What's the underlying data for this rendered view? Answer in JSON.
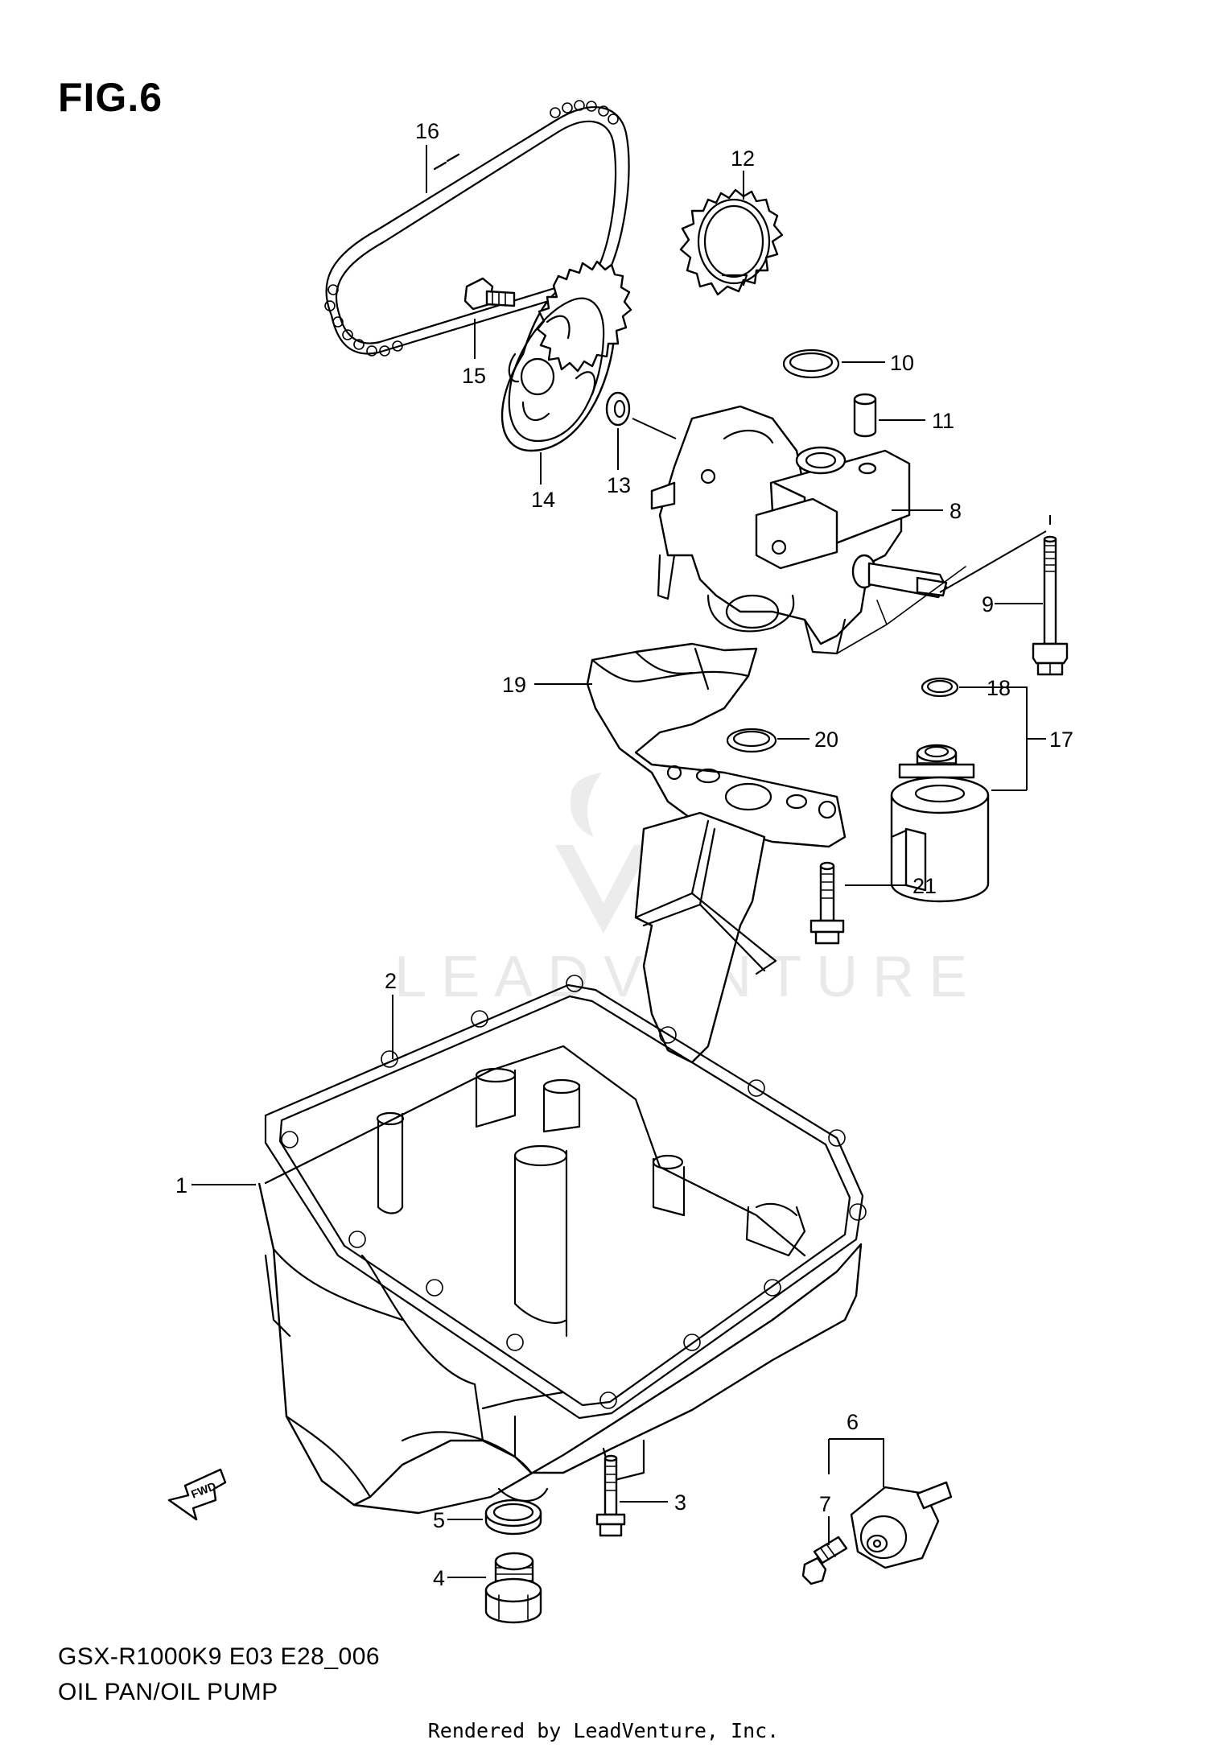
{
  "figure": {
    "title": "FIG.6",
    "model_code": "GSX-R1000K9 E03 E28_006",
    "caption": "OIL PAN/OIL PUMP",
    "footer": "Rendered by LeadVenture, Inc.",
    "watermark": "LEADVENTURE",
    "fwd_arrow_label": "FWD"
  },
  "callouts": {
    "c1": "1",
    "c2": "2",
    "c3": "3",
    "c4": "4",
    "c5": "5",
    "c6": "6",
    "c7": "7",
    "c8": "8",
    "c9": "9",
    "c10": "10",
    "c11": "11",
    "c12": "12",
    "c13": "13",
    "c14": "14",
    "c15": "15",
    "c16": "16",
    "c17": "17",
    "c18": "18",
    "c19": "19",
    "c20": "20",
    "c21": "21"
  },
  "colors": {
    "line": "#000000",
    "background": "#ffffff",
    "watermark": "#e9e9e9"
  }
}
